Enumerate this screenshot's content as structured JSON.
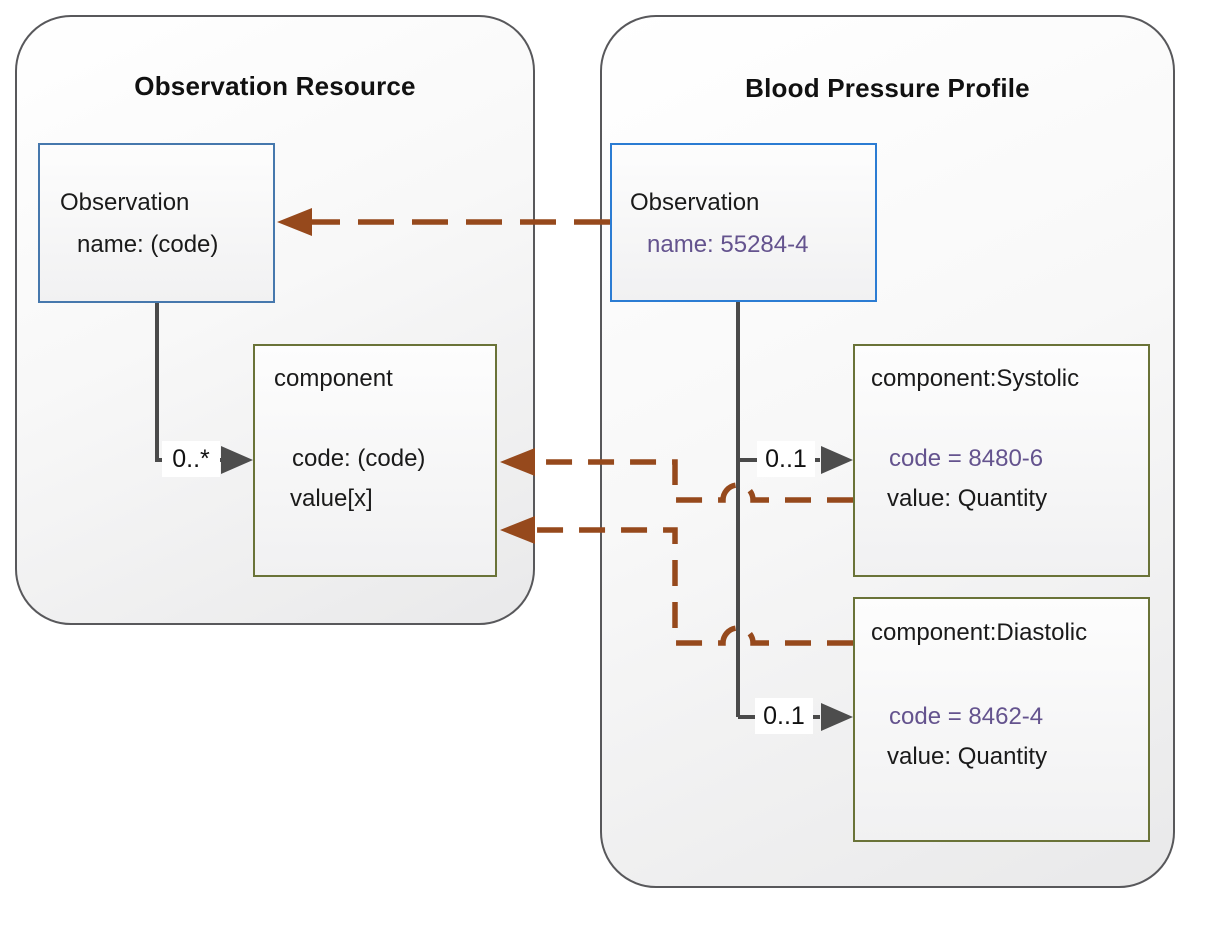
{
  "left_panel": {
    "title": "Observation Resource",
    "observation_box": {
      "name": "Observation",
      "attr": "name: (code)"
    },
    "component_box": {
      "name": "component",
      "attr1": "code: (code)",
      "attr2": "value[x]"
    },
    "multiplicity": "0..*"
  },
  "right_panel": {
    "title": "Blood Pressure Profile",
    "observation_box": {
      "name": "Observation",
      "attr": "name: 55284-4"
    },
    "systolic_box": {
      "name": "component:Systolic",
      "attr1": "code = 8480-6",
      "attr2": "value: Quantity"
    },
    "diastolic_box": {
      "name": "component:Diastolic",
      "attr1": "code = 8462-4",
      "attr2": "value: Quantity"
    },
    "systolic_multiplicity": "0..1",
    "diastolic_multiplicity": "0..1"
  },
  "colors": {
    "container_border": "#58585b",
    "observation_border_left": "#4678ad",
    "observation_border_right": "#2b7cd3",
    "component_border": "#6a7338",
    "connector_gray": "#4a4a4a",
    "mapping_arrow_brown": "#96491c",
    "constraint_purple": "#64538e",
    "text_black": "#1a1a1a"
  }
}
